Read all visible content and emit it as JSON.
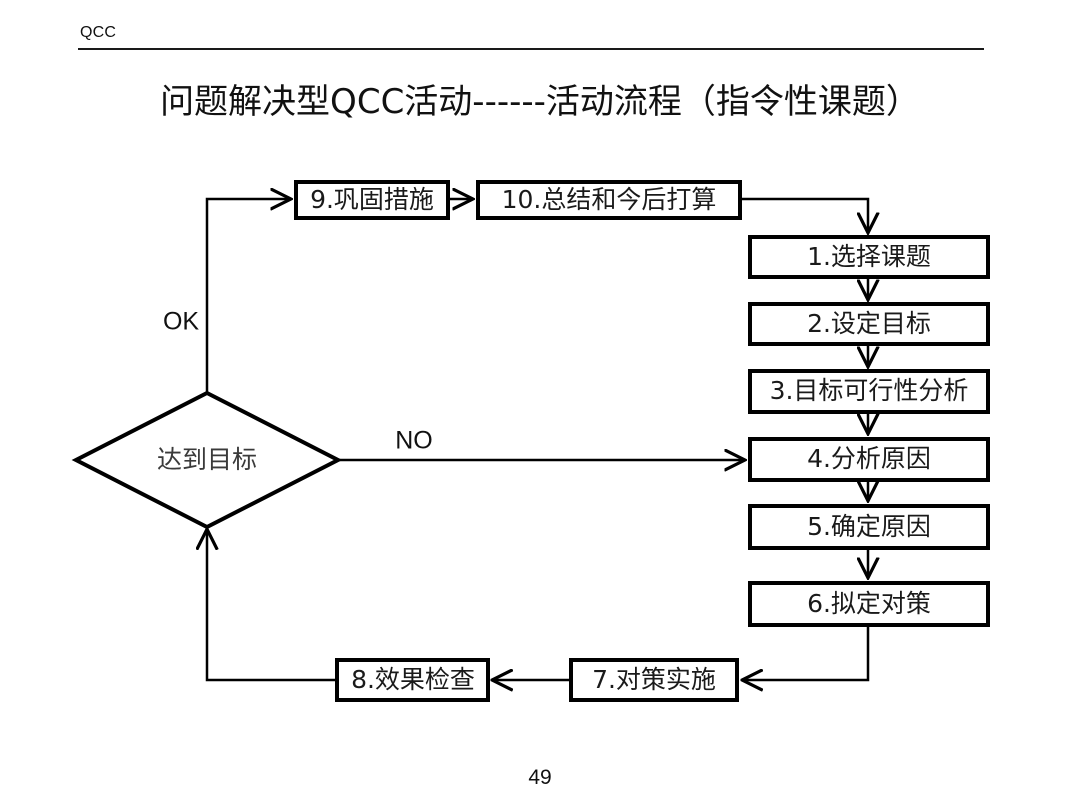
{
  "header": {
    "label": "QCC"
  },
  "title": "问题解决型QCC活动------活动流程（指令性课题）",
  "page_number": "49",
  "flow": {
    "nodes": {
      "n9": "9.巩固措施",
      "n10": "10.总结和今后打算",
      "n1": "1.选择课题",
      "n2": "2.设定目标",
      "n3": "3.目标可行性分析",
      "n4": "4.分析原因",
      "n5": "5.确定原因",
      "n6": "6.拟定对策",
      "n7": "7.对策实施",
      "n8": "8.效果检查",
      "decision": "达到目标"
    },
    "edge_labels": {
      "ok": "OK",
      "no": "NO"
    }
  },
  "colors": {
    "line": "#000000",
    "text": "#111111",
    "background": "#ffffff"
  }
}
